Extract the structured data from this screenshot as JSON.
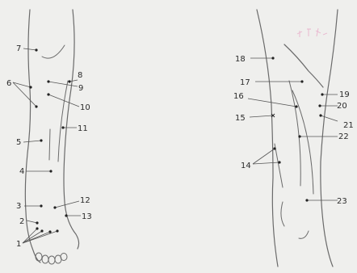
{
  "labels": {
    "l1": "1",
    "l2": "2",
    "l3": "3",
    "l4": "4",
    "l5": "5",
    "l6": "6",
    "l7": "7",
    "l8": "8",
    "l9": "9",
    "l10": "10",
    "l11": "11",
    "l12": "12",
    "l13": "13",
    "l14": "14",
    "l15": "15",
    "l16": "16",
    "l17": "17",
    "l18": "18",
    "l19": "19",
    "l20": "20",
    "l21": "21",
    "l22": "22",
    "l23": "23"
  },
  "colors": {
    "background": "#efefed",
    "outline": "#6a6a6a",
    "leader": "#555555",
    "point": "#222222",
    "watermark": "#e7a4c4"
  }
}
